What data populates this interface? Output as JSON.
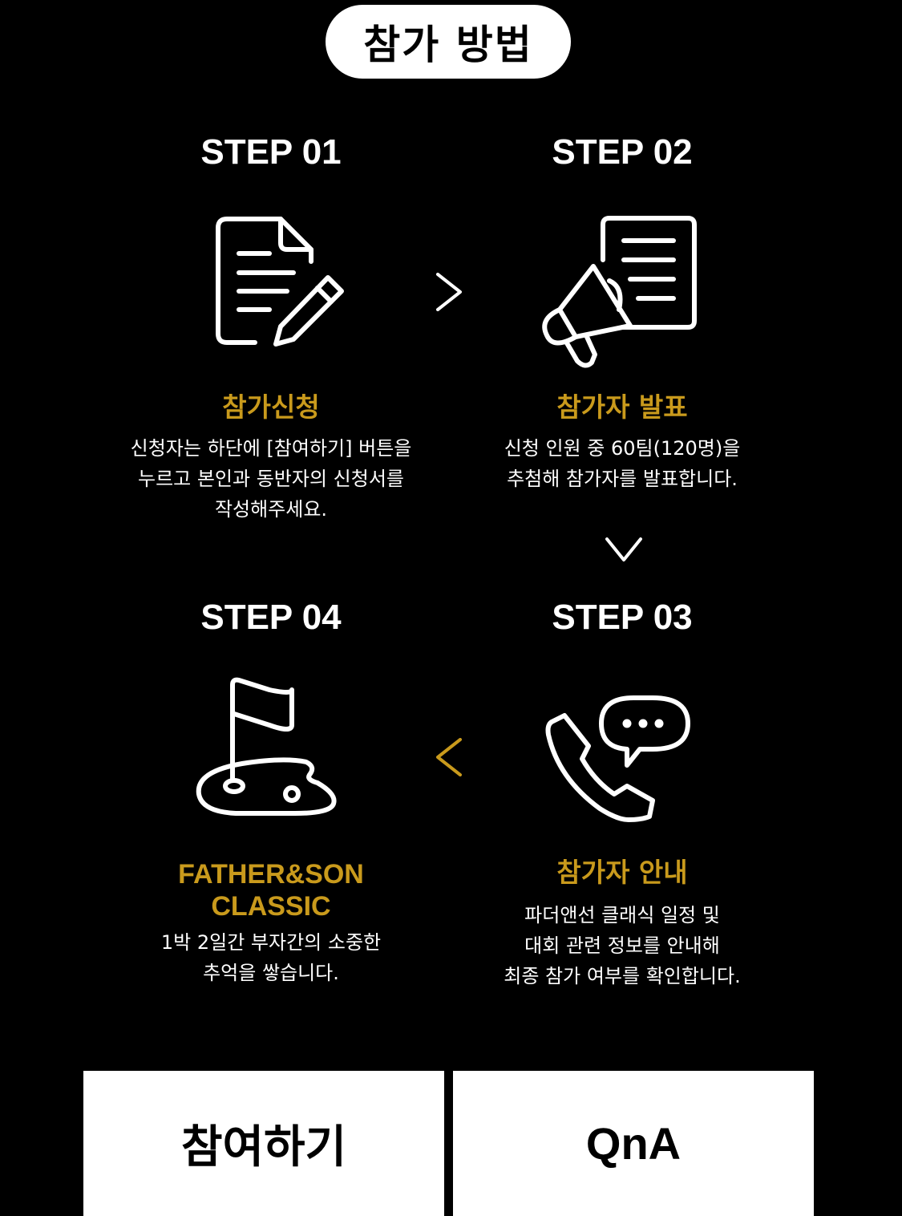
{
  "header": {
    "title": "참가 방법"
  },
  "steps": [
    {
      "label": "STEP 01",
      "title": "참가신청",
      "desc": "신청자는 하단에 [참여하기] 버튼을\n누르고 본인과 동반자의 신청서를\n작성해주세요.",
      "icon": "document-edit-icon"
    },
    {
      "label": "STEP 02",
      "title": "참가자 발표",
      "desc": "신청 인원 중 60팀(120명)을\n추첨해 참가자를 발표합니다.",
      "icon": "megaphone-document-icon"
    },
    {
      "label": "STEP 03",
      "title": "참가자 안내",
      "desc": "파더앤선 클래식 일정 및\n대회 관련 정보를 안내해\n최종 참가 여부를 확인합니다.",
      "icon": "phone-chat-icon"
    },
    {
      "label": "STEP 04",
      "title": "FATHER&SON\nCLASSIC",
      "desc": "1박 2일간 부자간의 소중한\n추억을 쌓습니다.",
      "icon": "golf-flag-icon"
    }
  ],
  "buttons": {
    "join": "참여하기",
    "qna": "QnA"
  },
  "colors": {
    "accent": "#c99a1c",
    "background": "#000000",
    "foreground": "#ffffff"
  }
}
